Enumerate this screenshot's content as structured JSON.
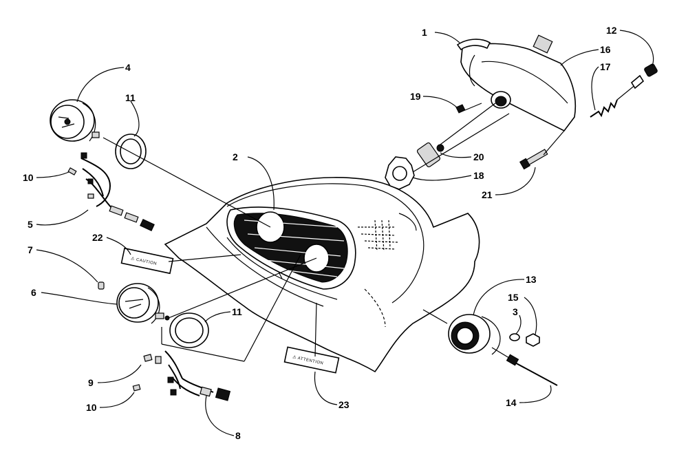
{
  "diagram": {
    "callouts": [
      {
        "id": "1",
        "label": "1"
      },
      {
        "id": "2",
        "label": "2"
      },
      {
        "id": "3",
        "label": "3"
      },
      {
        "id": "4",
        "label": "4"
      },
      {
        "id": "5",
        "label": "5"
      },
      {
        "id": "6",
        "label": "6"
      },
      {
        "id": "7",
        "label": "7"
      },
      {
        "id": "8",
        "label": "8"
      },
      {
        "id": "9",
        "label": "9"
      },
      {
        "id": "10a",
        "label": "10"
      },
      {
        "id": "10b",
        "label": "10"
      },
      {
        "id": "11a",
        "label": "11"
      },
      {
        "id": "11b",
        "label": "11"
      },
      {
        "id": "12",
        "label": "12"
      },
      {
        "id": "13",
        "label": "13"
      },
      {
        "id": "14",
        "label": "14"
      },
      {
        "id": "15",
        "label": "15"
      },
      {
        "id": "16",
        "label": "16"
      },
      {
        "id": "17",
        "label": "17"
      },
      {
        "id": "18",
        "label": "18"
      },
      {
        "id": "19",
        "label": "19"
      },
      {
        "id": "20",
        "label": "20"
      },
      {
        "id": "21",
        "label": "21"
      },
      {
        "id": "22",
        "label": "22"
      },
      {
        "id": "23",
        "label": "23"
      }
    ],
    "decals": {
      "caution": "⚠ CAUTION",
      "attention": "⚠ ATTENTION"
    }
  }
}
